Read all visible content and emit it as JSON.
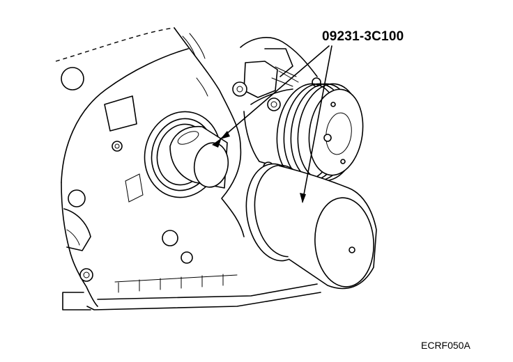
{
  "callout": {
    "part_number": "09231-3C100"
  },
  "figure": {
    "code": "ECRF050A"
  },
  "icons": [
    "engine-timing-cover",
    "crankshaft-seal-installer-tool",
    "water-pump-pulley"
  ]
}
